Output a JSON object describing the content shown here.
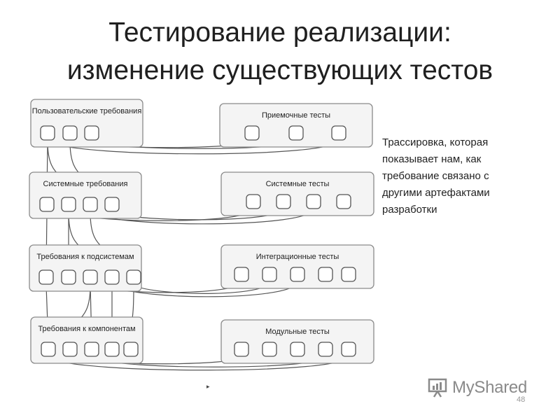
{
  "slide": {
    "title_line1": "Тестирование реализации:",
    "title_line2": "изменение существующих тестов",
    "side_text": "Трассировка, которая показывает нам, как требование связано с другими артефактами разработки",
    "marker": "▸",
    "page_number": "48"
  },
  "watermark": {
    "text": "MyShared",
    "icon": "presentation-board-icon"
  },
  "diagram": {
    "left_boxes": [
      {
        "id": "user-req",
        "label": "Пользовательские требования",
        "nodes": 3
      },
      {
        "id": "sys-req",
        "label": "Системные требования",
        "nodes": 4
      },
      {
        "id": "subsys-req",
        "label": "Требования к подсистемам",
        "nodes": 5
      },
      {
        "id": "comp-req",
        "label": "Требования к компонентам",
        "nodes": 5
      }
    ],
    "right_boxes": [
      {
        "id": "acceptance-tests",
        "label": "Приемочные тесты",
        "nodes": 3
      },
      {
        "id": "system-tests",
        "label": "Системные тесты",
        "nodes": 4
      },
      {
        "id": "integration-tests",
        "label": "Интеграционные тесты",
        "nodes": 5
      },
      {
        "id": "unit-tests",
        "label": "Модульные тесты",
        "nodes": 5
      }
    ]
  }
}
